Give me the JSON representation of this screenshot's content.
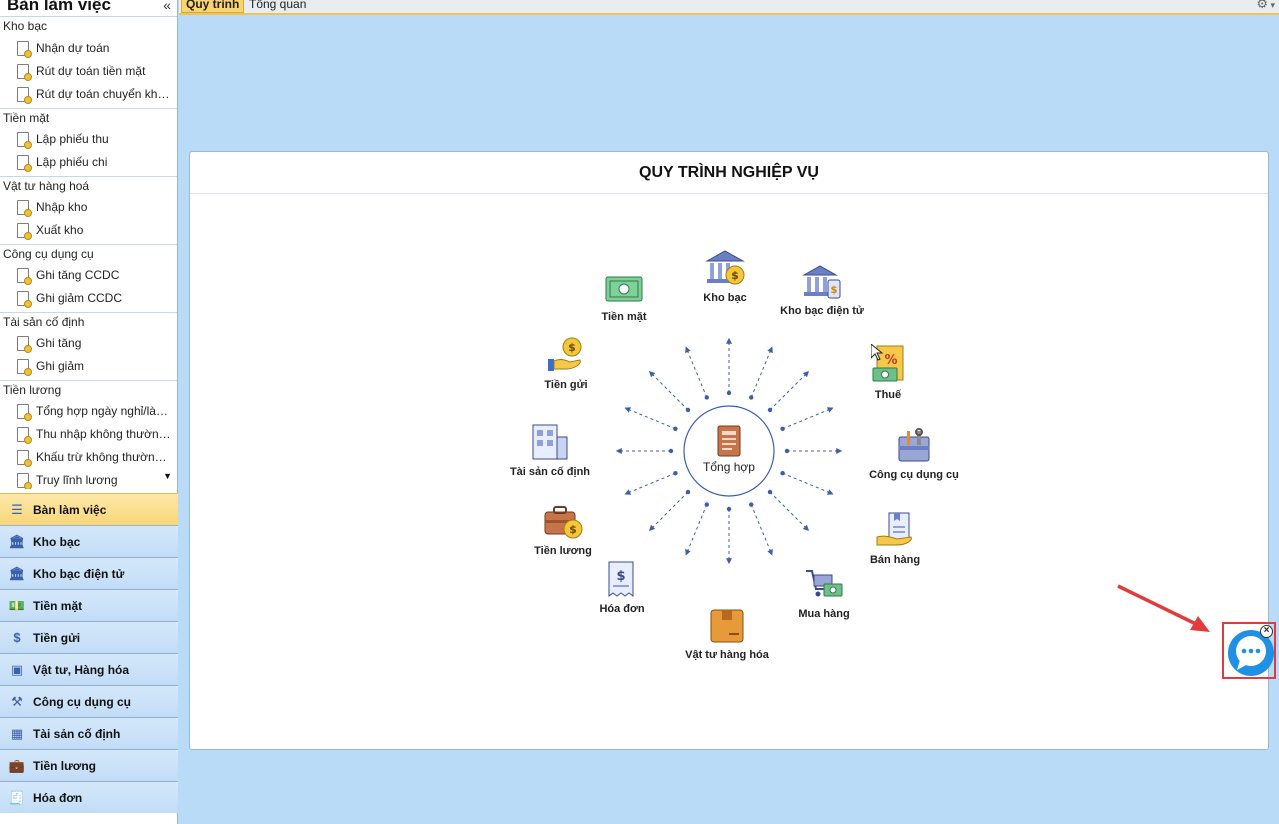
{
  "sidebar": {
    "title": "Bàn làm việc",
    "collapse_icon": "double-chevron-left-icon",
    "groups": [
      {
        "label": "Kho bạc",
        "items": [
          "Nhận dự toán",
          "Rút dự toán tiền mặt",
          "Rút dự toán chuyển khoản"
        ]
      },
      {
        "label": "Tiền mặt",
        "items": [
          "Lập phiếu thu",
          "Lập phiếu chi"
        ]
      },
      {
        "label": "Vật tư hàng hoá",
        "items": [
          "Nhập kho",
          "Xuất kho"
        ]
      },
      {
        "label": "Công cụ dụng cụ",
        "items": [
          "Ghi tăng CCDC",
          "Ghi giảm CCDC"
        ]
      },
      {
        "label": "Tài sản cố định",
        "items": [
          "Ghi tăng",
          "Ghi giảm"
        ]
      },
      {
        "label": "Tiền lương",
        "items": [
          "Tổng hợp ngày nghỉ/làm t...",
          "Thu nhập không thường x...",
          "Khấu trừ không thường xu...",
          "Truy lĩnh lương"
        ]
      }
    ],
    "nav": [
      {
        "label": "Bàn làm việc",
        "icon": "workspace-icon",
        "active": true
      },
      {
        "label": "Kho bạc",
        "icon": "bank-icon"
      },
      {
        "label": "Kho bạc điện tử",
        "icon": "e-bank-icon"
      },
      {
        "label": "Tiền mặt",
        "icon": "cash-icon"
      },
      {
        "label": "Tiền gửi",
        "icon": "deposit-icon"
      },
      {
        "label": "Vật tư, Hàng hóa",
        "icon": "goods-icon"
      },
      {
        "label": "Công cụ dụng cụ",
        "icon": "tools-icon"
      },
      {
        "label": "Tài sản cố định",
        "icon": "fixed-asset-icon"
      },
      {
        "label": "Tiền lương",
        "icon": "salary-icon"
      },
      {
        "label": "Hóa đơn",
        "icon": "invoice-icon"
      }
    ]
  },
  "tabs": [
    {
      "label": "Quy trình",
      "active": true
    },
    {
      "label": "Tổng quan",
      "active": false
    }
  ],
  "panel": {
    "title": "QUY TRÌNH NGHIỆP VỤ",
    "center_label": "Tổng hợp",
    "nodes": {
      "kho_bac": "Kho bạc",
      "kho_bac_dien_tu": "Kho bạc điện tử",
      "thue": "Thuế",
      "cong_cu_dung_cu": "Công cụ dụng cụ",
      "ban_hang": "Bán hàng",
      "mua_hang": "Mua hàng",
      "vat_tu_hang_hoa": "Vật tư hàng hóa",
      "hoa_don": "Hóa đơn",
      "tien_luong": "Tiền lương",
      "tai_san_co_dinh": "Tài sản cố định",
      "tien_gui": "Tiền gửi",
      "tien_mat": "Tiền mặt"
    }
  },
  "colors": {
    "accent_tab": "#f9d470",
    "background": "#b9dbf7",
    "chat_blue": "#1e90e6",
    "highlight_red": "#e23b3b",
    "diagram_line": "#3b5fa8"
  }
}
